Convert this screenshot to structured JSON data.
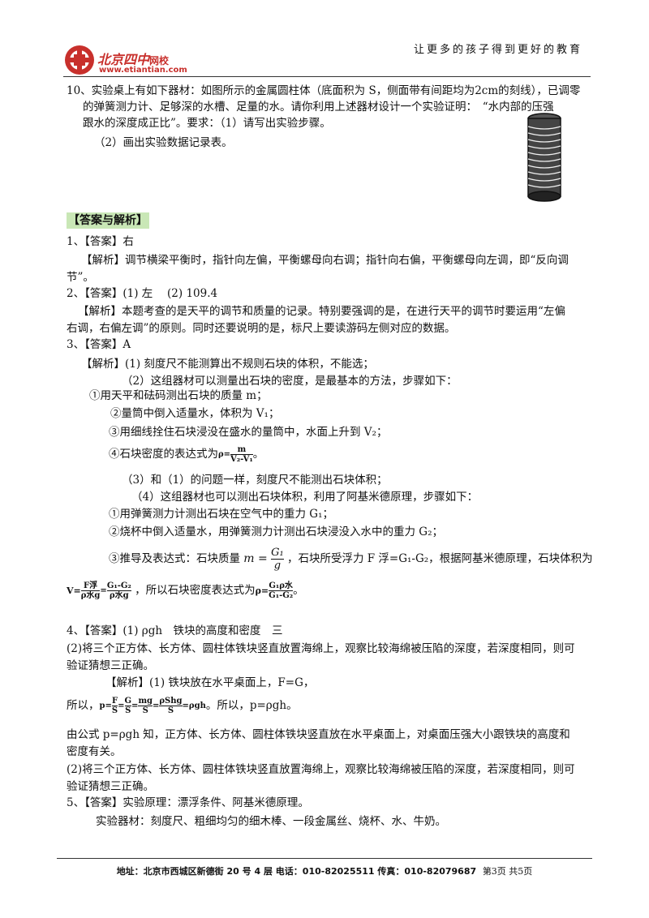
{
  "header": {
    "logo_title": "北京四中",
    "logo_suffix": "网校",
    "logo_url": "www.etiantian.com",
    "slogan": "让更多的孩子得到更好的教育"
  },
  "q10": {
    "line1": "10、实验桌上有如下器材：如图所示的金属圆柱体（底面积为 S，侧面带有间距均为2cm的刻线），已调零",
    "line2": "的弹簧测力计、足够深的水槽、足量的水。请你利用上述器材设计一个实验证明：　“水内部的压强",
    "line3": "跟水的深度成正比”。要求：（1）请写出实验步骤。",
    "line4": "（2）画出实验数据记录表。"
  },
  "section_title": "【答案与解析】",
  "a1": {
    "answer": "1、【答案】右",
    "exp1": "【解析】调节横梁平衡时，指针向左偏，平衡螺母向右调；指针向右偏，平衡螺母向左调，即“反向调",
    "exp2": "节”。"
  },
  "a2": {
    "answer": "2、【答案】(1) 左　 (2) 109.4",
    "exp1": "【解析】本题考查的是天平的调节和质量的记录。特别要强调的是，在进行天平的调节时要运用“左偏",
    "exp2": "右调，右偏左调”的原则。同时还要说明的是，标尺上要读游码左侧对应的数据。"
  },
  "a3": {
    "answer": "3、【答案】A",
    "l1": "【解析】(1) 刻度尺不能测算出不规则石块的体积，不能选；",
    "l2": "（2）这组器材可以测量出石块的密度，是最基本的方法，步骤如下：",
    "l3": "①用天平和砝码测出石块的质量 m；",
    "l4": "②量筒中倒入适量水，体积为 V₁；",
    "l5": "③用细线拴住石块浸没在盛水的量筒中，水面上升到 V₂；",
    "l6a": "④石块密度的表达式为",
    "l6_num": "m",
    "l6_den": "V₂-V₁",
    "l6b": "。",
    "l7": "（3）和（1）的问题一样，刻度尺不能测出石块体积；",
    "l8": "（4）这组器材也可以测出石块体积，利用了阿基米德原理，步骤如下：",
    "l9": "①用弹簧测力计测出石块在空气中的重力 G₁；",
    "l10": "②烧杯中倒入适量水，用弹簧测力计测出石块浸没入水中的重力 G₂；",
    "l11a": "③推导及表达式：石块质量",
    "l11_m": "m =",
    "l11_num": "G₁",
    "l11_den": "g",
    "l11b": "，石块所受浮力 F 浮=G₁-G₂，根据阿基米德原理，石块体积为",
    "l12_v": "V=",
    "l12_f1n": "F浮",
    "l12_f1d": "ρ水g",
    "l12_f2n": "G₁-G₂",
    "l12_f2d": "ρ水g",
    "l12a": "，所以石块密度表达式为",
    "l12_rho": "ρ=",
    "l12_f3n": "G₁ρ水",
    "l12_f3d": "G₁-G₂",
    "l12b": "。"
  },
  "a4": {
    "answer": "4、【答案】(1) ρgh　铁块的高度和密度　三",
    "l1": "(2)将三个正方体、长方体、圆柱体铁块竖直放置海绵上，观察比较海绵被压陷的深度，若深度相同，则可",
    "l2": "验证猜想三正确。",
    "l3": "【解析】(1) 铁块放在水平桌面上，F=G，",
    "l4a": "所以，",
    "l4_p": "p=",
    "l4_f1n": "F",
    "l4_f1d": "S",
    "l4_f2n": "G",
    "l4_f2d": "S",
    "l4_f3n": "mg",
    "l4_f3d": "S",
    "l4_f4n": "ρShg",
    "l4_f4d": "S",
    "l4_end": "=ρgh",
    "l4b": "。所以，p=ρgh。",
    "l5": "由公式 p=ρgh 知，正方体、长方体、圆柱体铁块竖直放在水平桌面上，对桌面压强大小跟铁块的高度和",
    "l6": "密度有关。",
    "l7": "(2)将三个正方体、长方体、圆柱体铁块竖直放置海绵上，观察比较海绵被压陷的深度，若深度相同，则可",
    "l8": "验证猜想三正确。"
  },
  "a5": {
    "answer": "5、【答案】实验原理：漂浮条件、阿基米德原理。",
    "l1": "实验器材：刻度尺、粗细均匀的细木棒、一段金属丝、烧杯、水、牛奶。"
  },
  "footer": {
    "address": "地址：北京市西城区新德街 20 号 4 层  电话：010-82025511  传真：010-82079687",
    "page": "第3页  共5页"
  }
}
